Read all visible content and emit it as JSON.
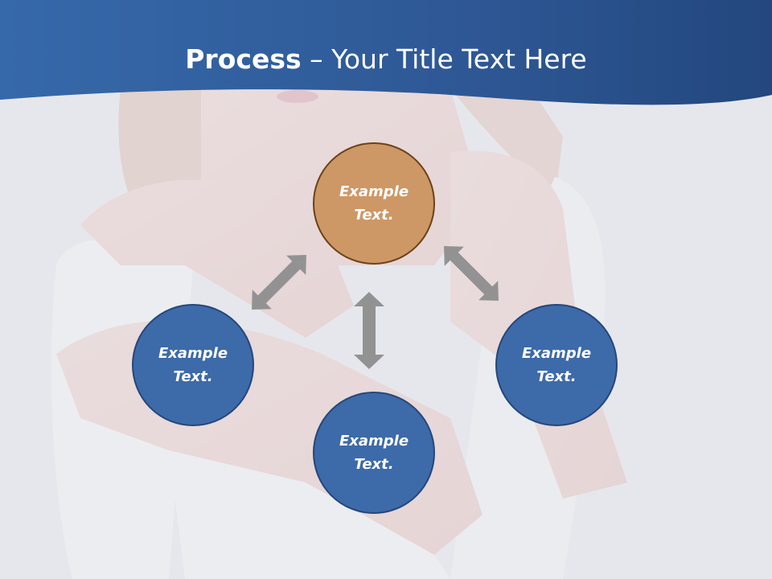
{
  "title": {
    "bold": "Process",
    "rest": " – Your Title Text Here"
  },
  "nodes": [
    {
      "label": "Example Text."
    },
    {
      "label": "Example Text."
    },
    {
      "label": "Example Text."
    },
    {
      "label": "Example Text."
    }
  ],
  "colors": {
    "header": "#2f5e9c",
    "node_blue": "#3d6aa9",
    "node_orange": "#cd9865",
    "arrow": "#8f8f8f"
  }
}
